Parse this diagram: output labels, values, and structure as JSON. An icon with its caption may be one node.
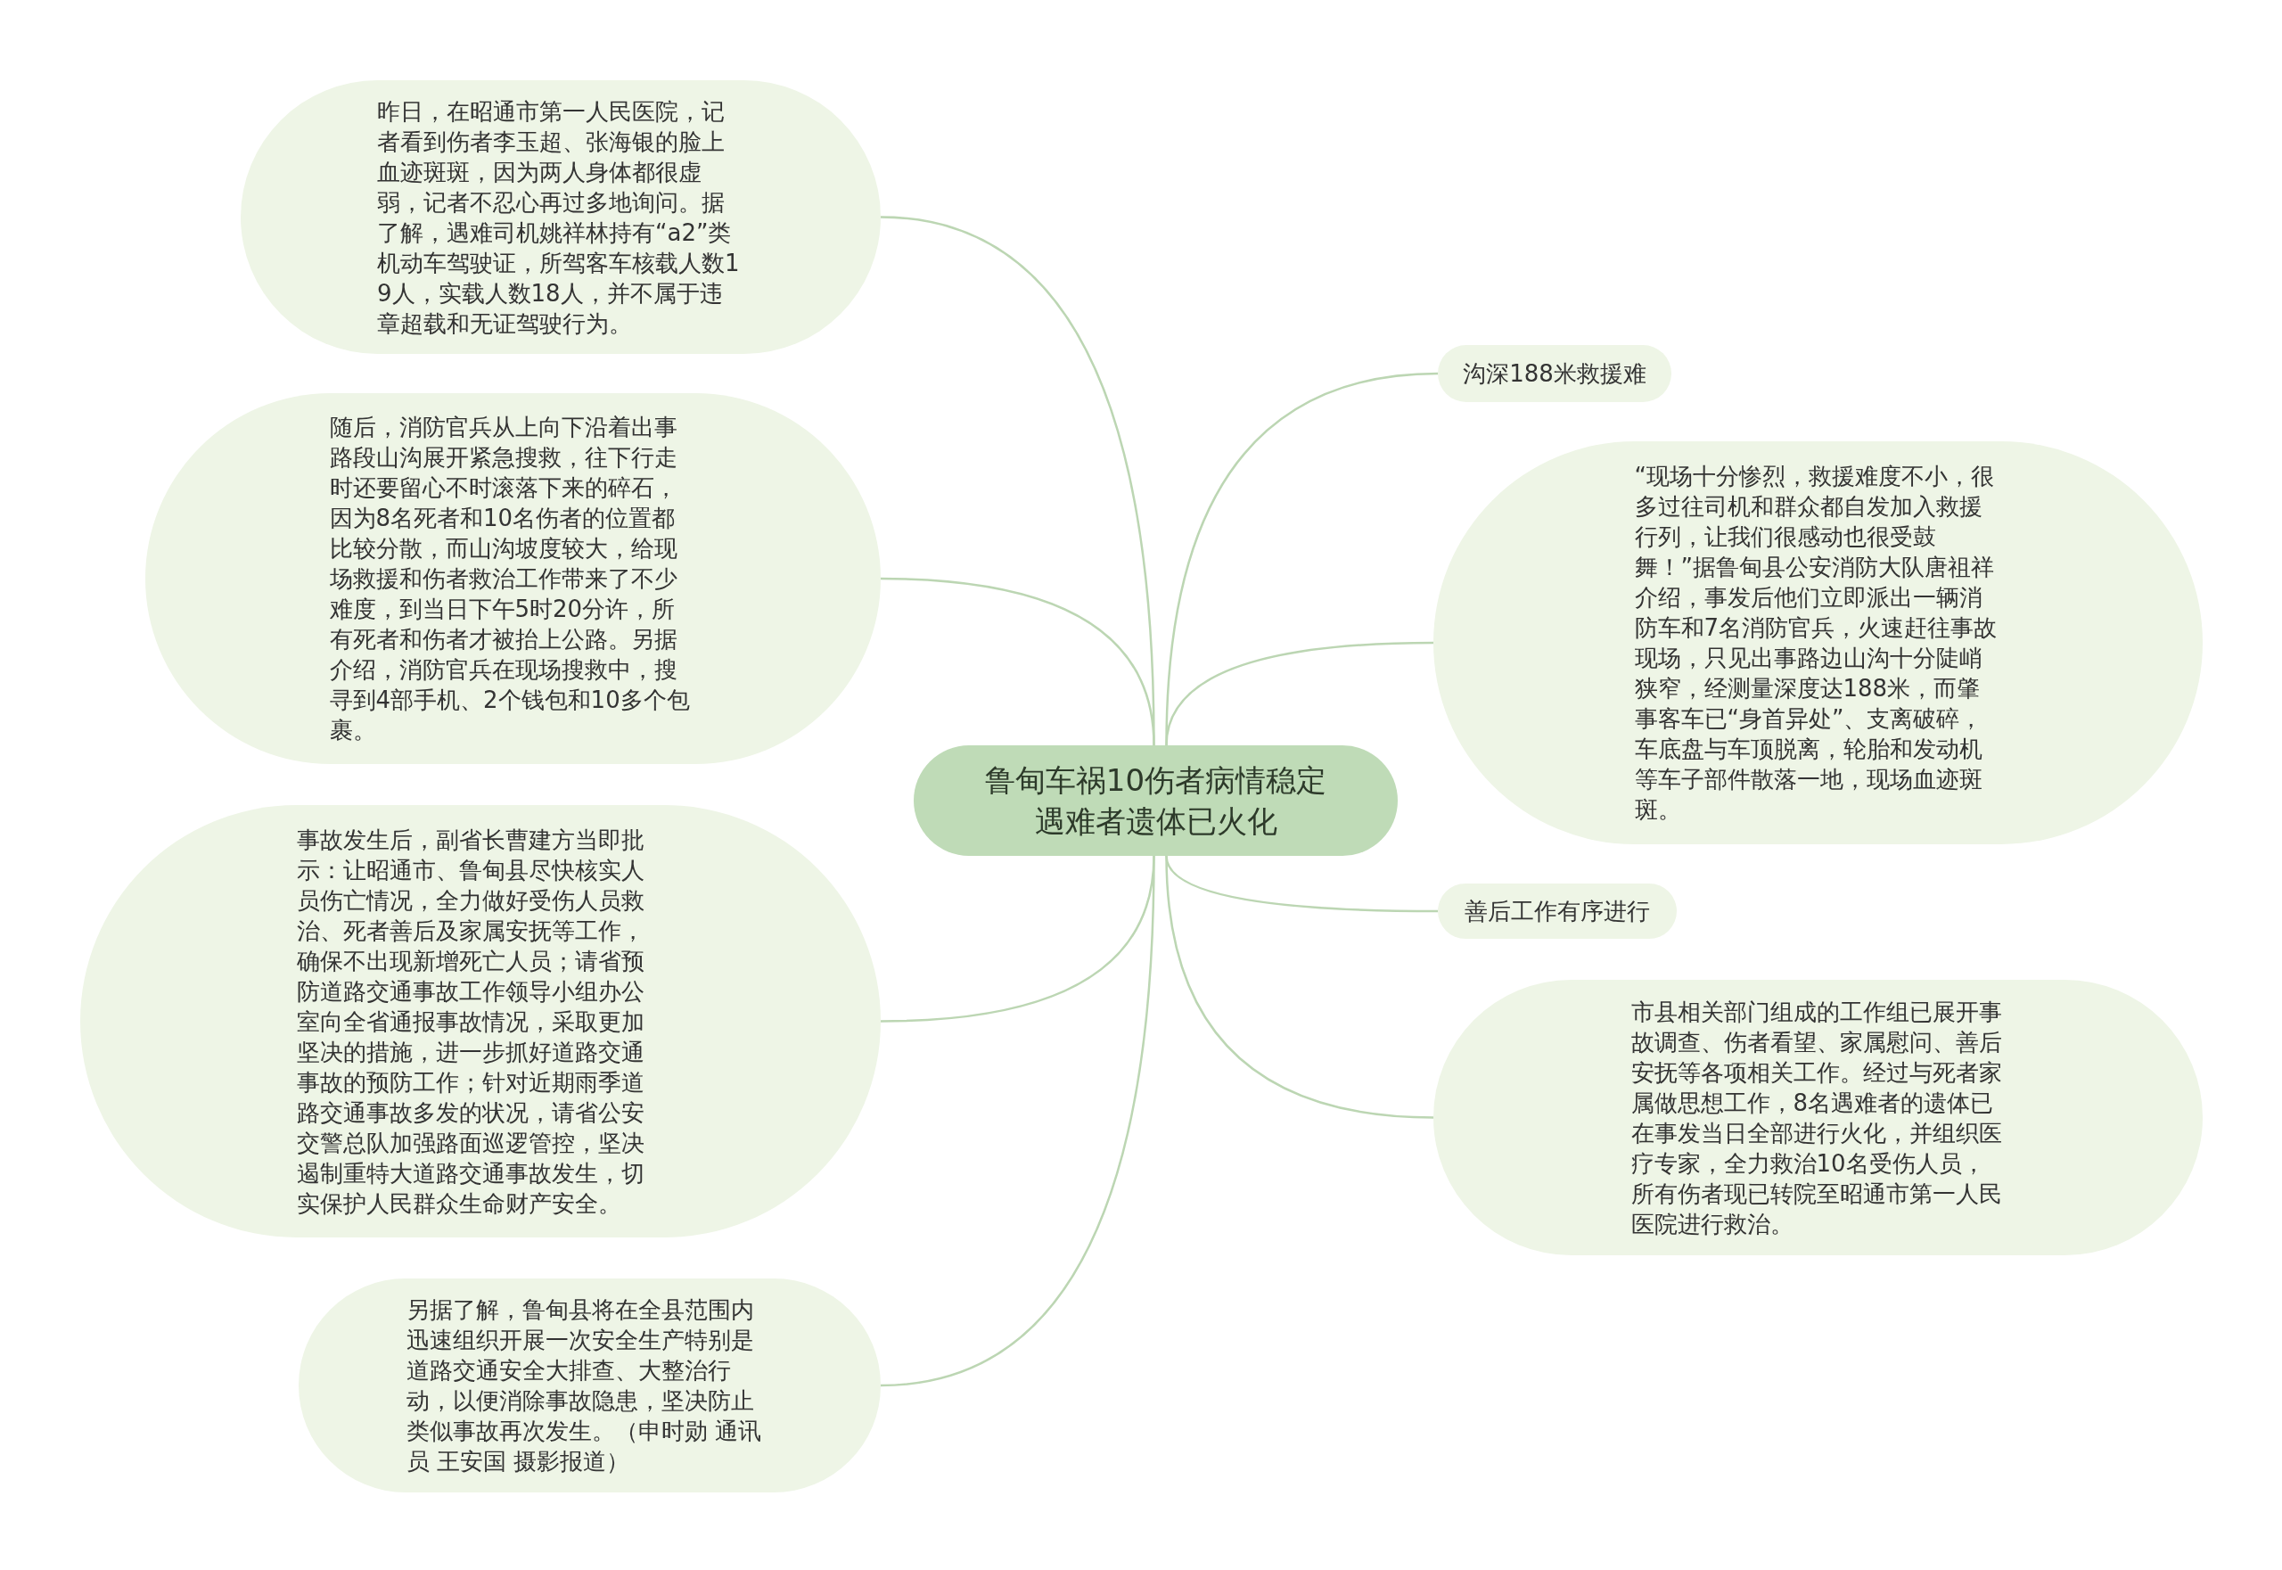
{
  "diagram": {
    "nodes": [
      {
        "text": [
          "鲁甸车祸10伤者病情稳定遇难者遗体已火化"
        ]
      },
      {
        "text": [
          "昨日，在昭通市第一人民医院，记者看到伤者李玉超、张海银的脸上血迹斑斑，因为两人身体都很虚弱，记者不忍心再过多地询问。据了解，遇难司机姚祥林持有“a2”类机动车驾驶证，所驾客车核载人数19人，实载人数18人，并不属于违章超载和无证驾驶行为。"
        ]
      },
      {
        "text": [
          "随后，消防官兵从上向下沿着出事路段山沟展开紧急搜救，往下行走时还要留心不时滚落下来的碎石，因为8名死者和10名伤者的位置都比较分散，而山沟坡度较大，给现场救援和伤者救治工作带来了不少难度，到当日下午5时20分许，所有死者和伤者才被抬上公路。另据介绍，消防官兵在现场搜救中，搜寻到4部手机、2个钱包和10多个包裹。"
        ]
      },
      {
        "text": [
          "事故发生后，副省长曹建方当即批示：让昭通市、鲁甸县尽快核实人员伤亡情况，全力做好受伤人员救治、死者善后及家属安抚等工作，确保不出现新增死亡人员；请省预防道路交通事故工作领导小组办公室向全省通报事故情况，采取更加坚决的措施，进一步抓好道路交通事故的预防工作；针对近期雨季道路交通事故多发的状况，请省公安交警总队加强路面巡逻管控，坚决遏制重特大道路交通事故发生，切实保护人民群众生命财产安全。"
        ]
      },
      {
        "text": [
          "另据了解，鲁甸县将在全县范围内迅速组织开展一次安全生产特别是道路交通安全大排查、大整治行动，以便消除事故隐患，坚决防止类似事故再次发生。（申时勋 通讯员 王安国 摄影报道）"
        ]
      },
      {
        "text": [
          "沟深188米救援难"
        ]
      },
      {
        "text": [
          "“现场十分惨烈，救援难度不小，很多过往司机和群众都自发加入救援行列，让我们很感动也很受鼓舞！”据鲁甸县公安消防大队唐祖祥介绍，事发后他们立即派出一辆消防车和7名消防官兵，火速赶往事故现场，只见出事路边山沟十分陡峭狭窄，经测量深度达188米，而肇事客车已“身首异处”、支离破碎，车底盘与车顶脱离，轮胎和发动机等车子部件散落一地，现场血迹斑斑。"
        ]
      },
      {
        "text": [
          "善后工作有序进行"
        ]
      },
      {
        "text": [
          "市县相关部门组成的工作组已展开事故调查、伤者看望、家属慰问、善后安抚等各项相关工作。经过与死者家属做思想工作，8名遇难者的遗体已在事发当日全部进行火化，并组织医疗专家，全力救治10名受伤人员，所有伤者现已转院至昭通市第一人民医院进行救治。"
        ]
      }
    ],
    "edges": [
      {
        "from": 0,
        "to": 1,
        "arrow": "none"
      },
      {
        "from": 0,
        "to": 2,
        "arrow": "none"
      },
      {
        "from": 0,
        "to": 3,
        "arrow": "none"
      },
      {
        "from": 0,
        "to": 4,
        "arrow": "none"
      },
      {
        "from": 0,
        "to": 5,
        "arrow": "none"
      },
      {
        "from": 0,
        "to": 6,
        "arrow": "none"
      },
      {
        "from": 0,
        "to": 7,
        "arrow": "none"
      },
      {
        "from": 0,
        "to": 8,
        "arrow": "none"
      }
    ]
  }
}
